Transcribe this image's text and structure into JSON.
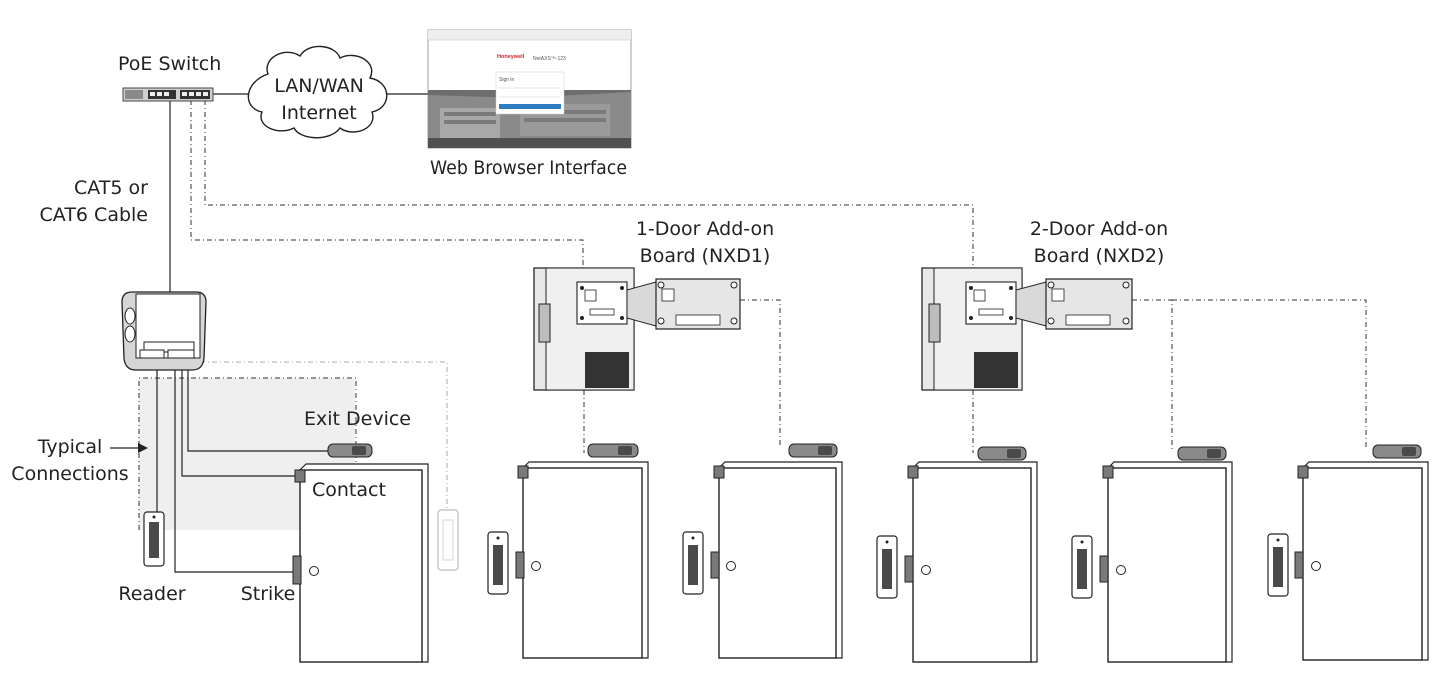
{
  "labels": {
    "poe_switch": "PoE Switch",
    "lan_wan": "LAN/WAN",
    "internet": "Internet",
    "web_browser": "Web Browser Interface",
    "cable_line1": "CAT5 or",
    "cable_line2": "CAT6 Cable",
    "addon1_line1": "1-Door Add-on",
    "addon1_line2": "Board (NXD1)",
    "addon2_line1": "2-Door Add-on",
    "addon2_line2": "Board (NXD2)",
    "exit_device": "Exit Device",
    "contact": "Contact",
    "typical_line1": "Typical",
    "typical_line2": "Connections",
    "reader": "Reader",
    "strike": "Strike"
  },
  "browser": {
    "brand": "Honeywell",
    "product": "NetAXS™-123",
    "sign_in": "Sign in"
  },
  "icons": {
    "switch": "poe-switch-icon",
    "cloud": "cloud-icon",
    "browser": "browser-screenshot-icon",
    "controller": "controller-panel-icon",
    "enclosure": "enclosure-icon",
    "board": "addon-board-icon",
    "door": "door-icon",
    "reader": "card-reader-icon",
    "exit": "exit-device-icon",
    "arrow": "arrow-right-icon"
  },
  "colors": {
    "line": "#222222",
    "typical_area": "#efefef",
    "hinge": "#7a7a7a",
    "brand_red": "#d21f26"
  }
}
